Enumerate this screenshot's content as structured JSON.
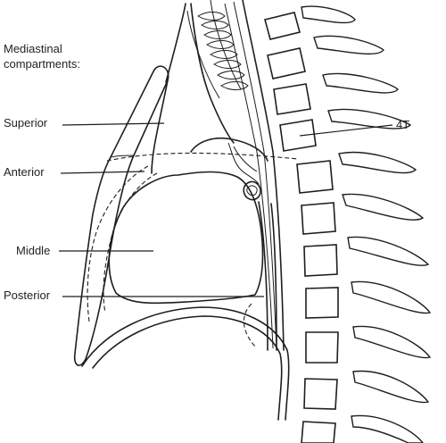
{
  "title": {
    "line1": "Mediastinal",
    "line2": "compartments:"
  },
  "labels": {
    "superior": "Superior",
    "anterior": "Anterior",
    "middle": "Middle",
    "posterior": "Posterior",
    "vertebra": "4T"
  }
}
